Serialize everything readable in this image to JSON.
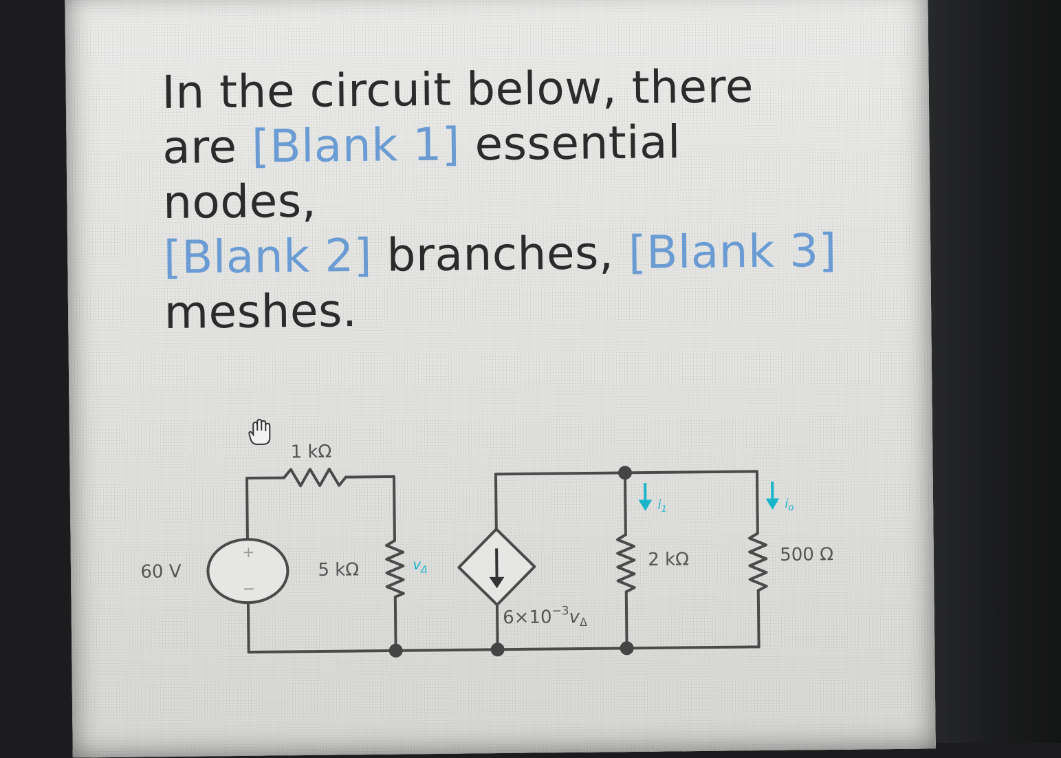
{
  "question": {
    "part1": "In the circuit below, there",
    "part2": "are",
    "blank1": "[Blank 1]",
    "part3": "essential",
    "part4": "nodes,",
    "blank2": "[Blank 2]",
    "part5": "branches,",
    "blank3": "[Blank 3]",
    "part6": "meshes."
  },
  "circuit": {
    "source_label": "60 V",
    "source_plus": "+",
    "source_minus": "−",
    "r1_label": "1 kΩ",
    "r2_label": "5 kΩ",
    "r2_voltage": "v",
    "r2_voltage_sub": "Δ",
    "dep_source_label": "6×10",
    "dep_source_exp": "−3",
    "dep_source_var": "v",
    "dep_source_sub": "Δ",
    "r3_label": "2 kΩ",
    "r4_label": "500 Ω",
    "i1_label": "i",
    "i1_sub": "1",
    "io_label": "i",
    "io_sub": "o",
    "cursor_icon": "hand-cursor-icon"
  },
  "colors": {
    "text": "#2b2b2b",
    "blank": "#6a9cd3",
    "wire": "#4a4a4a",
    "arrow": "#19b5c9"
  }
}
